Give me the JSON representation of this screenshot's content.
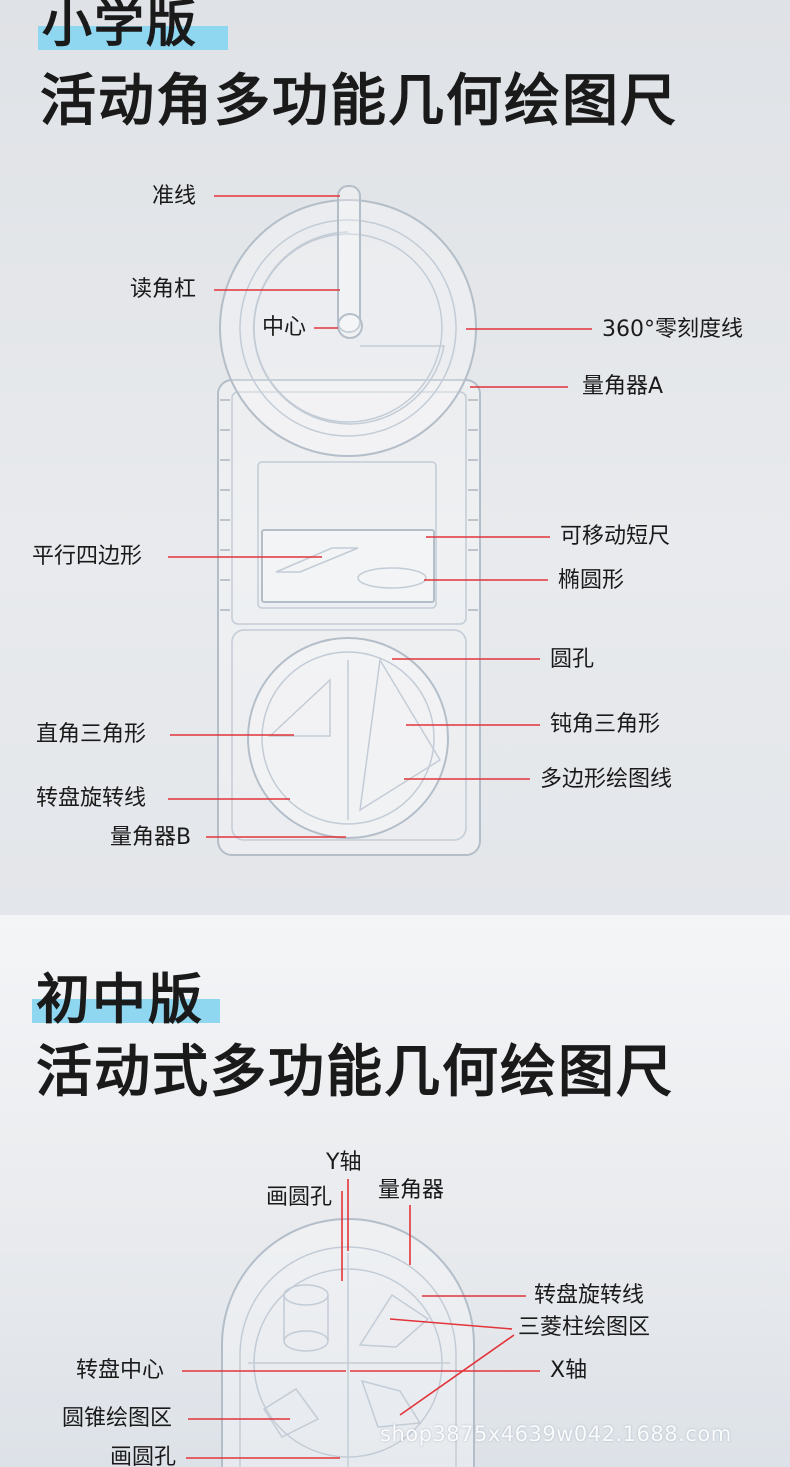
{
  "top": {
    "badge": "小学版",
    "title": "活动角多功能几何绘图尺",
    "labels": {
      "zhunxian": "准线",
      "dujiaogang": "读角杠",
      "zhongxin": "中心",
      "zero_line": "360°零刻度线",
      "protractor_a": "量角器A",
      "short_ruler": "可移动短尺",
      "parallelogram": "平行四边形",
      "ellipse": "椭圆形",
      "hole": "圆孔",
      "right_triangle": "直角三角形",
      "obtuse_triangle": "钝角三角形",
      "turntable_line": "转盘旋转线",
      "polygon_line": "多边形绘图线",
      "protractor_b": "量角器B"
    }
  },
  "bottom": {
    "badge": "初中版",
    "title": "活动式多功能几何绘图尺",
    "labels": {
      "y_axis": "Y轴",
      "draw_hole_top": "画圆孔",
      "protractor": "量角器",
      "turntable_line": "转盘旋转线",
      "prism_area": "三菱柱绘图区",
      "turntable_center": "转盘中心",
      "x_axis": "X轴",
      "cone_area": "圆锥绘图区",
      "draw_hole_bottom": "画圆孔"
    }
  },
  "watermark": "shop3875x4639w042.1688.com",
  "colors": {
    "highlight": "#8fd6f0",
    "leader": "#e2343a",
    "ruler": "#b4bec9"
  }
}
